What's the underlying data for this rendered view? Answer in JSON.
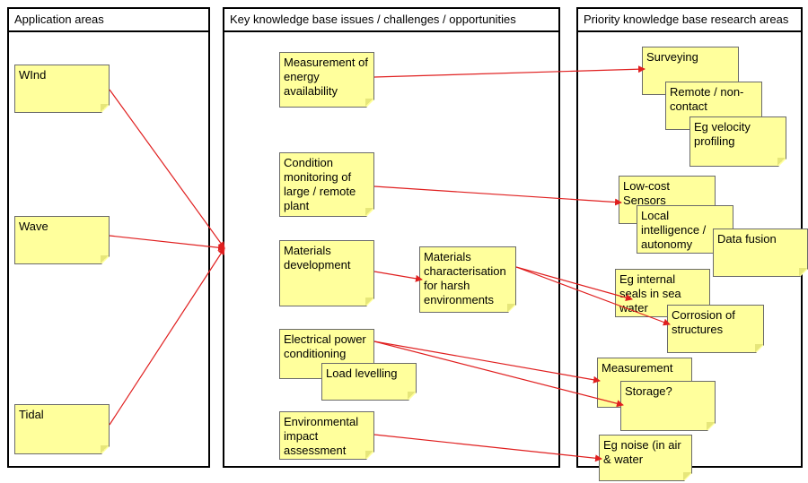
{
  "panels": {
    "application": "Application areas",
    "issues": "Key knowledge base issues / challenges / opportunities",
    "priority": "Priority knowledge base research areas"
  },
  "notes": {
    "wind": "WInd",
    "wave": "Wave",
    "tidal": "Tidal",
    "energy": "Measurement of energy availability",
    "condition": "Condition monitoring of large / remote plant",
    "materials_dev": "Materials development",
    "materials_char": "Materials characterisation for harsh environments",
    "electrical": "Electrical power conditioning",
    "load": "Load levelling",
    "environmental": "Environmental impact assessment",
    "surveying": "Surveying",
    "remote": "Remote / non-contact",
    "velocity": "Eg velocity profiling",
    "lowcost": "Low-cost Sensors",
    "local": "Local intelligence / autonomy",
    "fusion": "Data fusion",
    "seals": "Eg internal seals in sea water",
    "corrosion": "Corrosion of structures",
    "measurement": "Measurement",
    "storage": "Storage?",
    "noise": "Eg noise (in air & water"
  },
  "colors": {
    "note_fill": "#ffff9c",
    "arrow": "#e01f1f"
  }
}
